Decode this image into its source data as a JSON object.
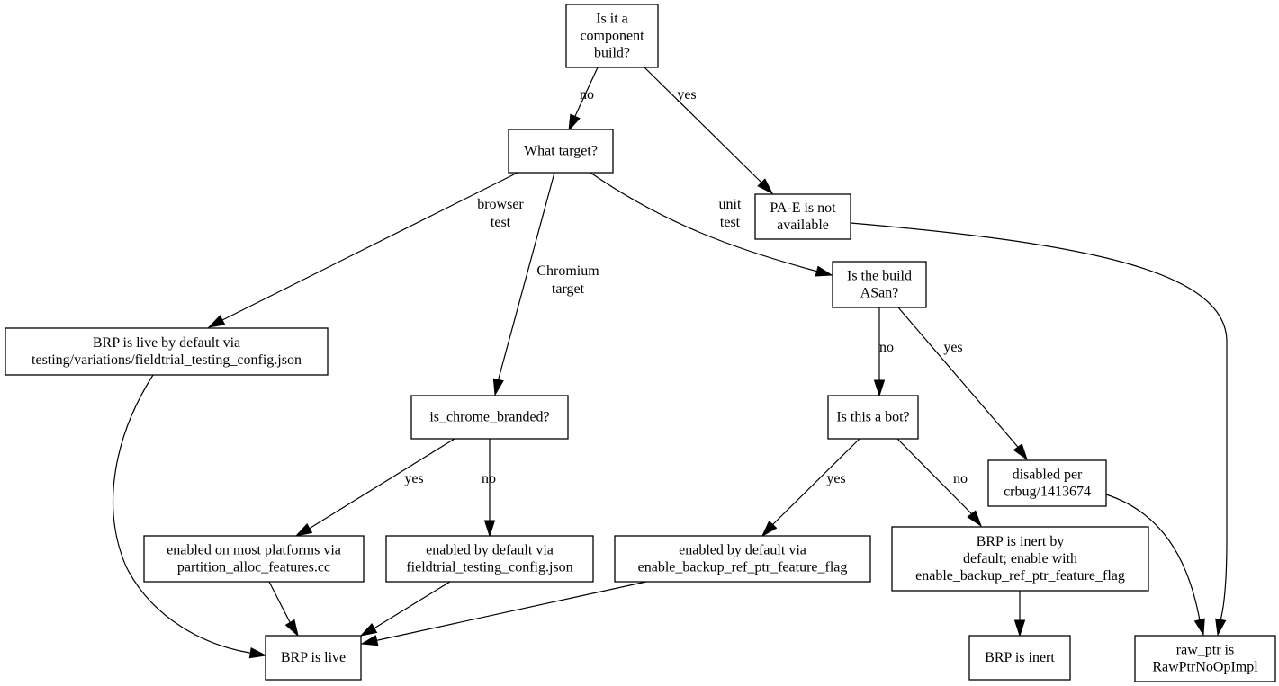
{
  "diagram": {
    "type": "flowchart",
    "nodes": [
      {
        "id": "component_build",
        "lines": [
          "Is it a",
          "component",
          "build?"
        ]
      },
      {
        "id": "what_target",
        "lines": [
          "What target?"
        ]
      },
      {
        "id": "pae_not_available",
        "lines": [
          "PA-E is not",
          "available"
        ]
      },
      {
        "id": "is_asan",
        "lines": [
          "Is the build",
          "ASan?"
        ]
      },
      {
        "id": "brp_live_fieldtrial",
        "lines": [
          "BRP is live by default via",
          "testing/variations/fieldtrial_testing_config.json"
        ]
      },
      {
        "id": "is_chrome_branded",
        "lines": [
          "is_chrome_branded?"
        ]
      },
      {
        "id": "is_bot",
        "lines": [
          "Is this a bot?"
        ]
      },
      {
        "id": "disabled_crbug",
        "lines": [
          "disabled per",
          "crbug/1413674"
        ]
      },
      {
        "id": "enabled_most_platforms",
        "lines": [
          "enabled on most platforms via",
          "partition_alloc_features.cc"
        ]
      },
      {
        "id": "enabled_default_fieldtrial",
        "lines": [
          "enabled by default via",
          "fieldtrial_testing_config.json"
        ]
      },
      {
        "id": "enabled_default_flag",
        "lines": [
          "enabled by default via",
          "enable_backup_ref_ptr_feature_flag"
        ]
      },
      {
        "id": "brp_inert_default",
        "lines": [
          "BRP is inert by",
          "default; enable with",
          "enable_backup_ref_ptr_feature_flag"
        ]
      },
      {
        "id": "brp_live",
        "lines": [
          "BRP is live"
        ]
      },
      {
        "id": "brp_inert",
        "lines": [
          "BRP is inert"
        ]
      },
      {
        "id": "raw_ptr_noop",
        "lines": [
          "raw_ptr is",
          "RawPtrNoOpImpl"
        ]
      }
    ],
    "edges": [
      {
        "from": "component_build",
        "to": "what_target",
        "label": [
          "no"
        ]
      },
      {
        "from": "component_build",
        "to": "pae_not_available",
        "label": [
          "yes"
        ]
      },
      {
        "from": "what_target",
        "to": "brp_live_fieldtrial",
        "label": [
          "browser",
          "test"
        ]
      },
      {
        "from": "what_target",
        "to": "is_chrome_branded",
        "label": [
          "Chromium",
          "target"
        ]
      },
      {
        "from": "what_target",
        "to": "is_asan",
        "label": [
          "unit",
          "test"
        ]
      },
      {
        "from": "pae_not_available",
        "to": "raw_ptr_noop",
        "label": []
      },
      {
        "from": "is_asan",
        "to": "is_bot",
        "label": [
          "no"
        ]
      },
      {
        "from": "is_asan",
        "to": "disabled_crbug",
        "label": [
          "yes"
        ]
      },
      {
        "from": "brp_live_fieldtrial",
        "to": "brp_live",
        "label": []
      },
      {
        "from": "is_chrome_branded",
        "to": "enabled_most_platforms",
        "label": [
          "yes"
        ]
      },
      {
        "from": "is_chrome_branded",
        "to": "enabled_default_fieldtrial",
        "label": [
          "no"
        ]
      },
      {
        "from": "is_bot",
        "to": "enabled_default_flag",
        "label": [
          "yes"
        ]
      },
      {
        "from": "is_bot",
        "to": "brp_inert_default",
        "label": [
          "no"
        ]
      },
      {
        "from": "disabled_crbug",
        "to": "raw_ptr_noop",
        "label": []
      },
      {
        "from": "enabled_most_platforms",
        "to": "brp_live",
        "label": []
      },
      {
        "from": "enabled_default_fieldtrial",
        "to": "brp_live",
        "label": []
      },
      {
        "from": "enabled_default_flag",
        "to": "brp_live",
        "label": []
      },
      {
        "from": "brp_inert_default",
        "to": "brp_inert",
        "label": []
      }
    ]
  }
}
